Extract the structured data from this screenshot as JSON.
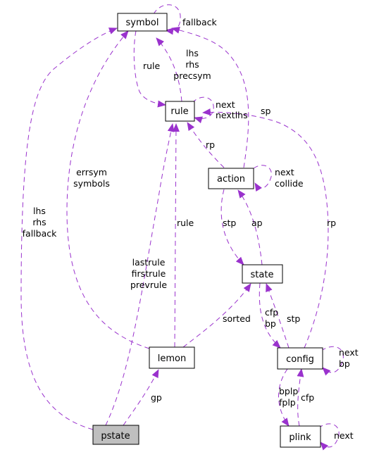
{
  "colors": {
    "edge": "#9a32cd",
    "node_border": "#000000",
    "node_fill": "#ffffff",
    "highlight_fill": "#bfbfbf"
  },
  "nodes": {
    "symbol": "symbol",
    "rule": "rule",
    "action": "action",
    "state": "state",
    "config": "config",
    "plink": "plink",
    "lemon": "lemon",
    "pstate": "pstate"
  },
  "edges": {
    "symbol_self": [
      "fallback"
    ],
    "symbol_rule": [
      "rule"
    ],
    "rule_symbol": [
      "lhs",
      "rhs",
      "precsym"
    ],
    "rule_self": [
      "next",
      "nextlhs"
    ],
    "action_symbol": [
      "sp"
    ],
    "action_rule": [
      "rp"
    ],
    "action_self": [
      "next",
      "collide"
    ],
    "action_state": [
      "stp"
    ],
    "state_action": [
      "ap"
    ],
    "lemon_symbol": [
      "errsym",
      "symbols"
    ],
    "lemon_rule": [
      "rule"
    ],
    "lemon_state": [
      "sorted"
    ],
    "pstate_symbol": [
      "lhs",
      "rhs",
      "fallback"
    ],
    "pstate_rule": [
      "lastrule",
      "firstrule",
      "prevrule"
    ],
    "pstate_lemon": [
      "gp"
    ],
    "config_rule": [
      "rp"
    ],
    "config_self": [
      "next",
      "bp"
    ],
    "state_config": [
      "cfp",
      "bp"
    ],
    "config_state": [
      "stp"
    ],
    "config_plink": [
      "bplp",
      "fplp"
    ],
    "plink_config": [
      "cfp"
    ],
    "plink_self": [
      "next"
    ]
  }
}
